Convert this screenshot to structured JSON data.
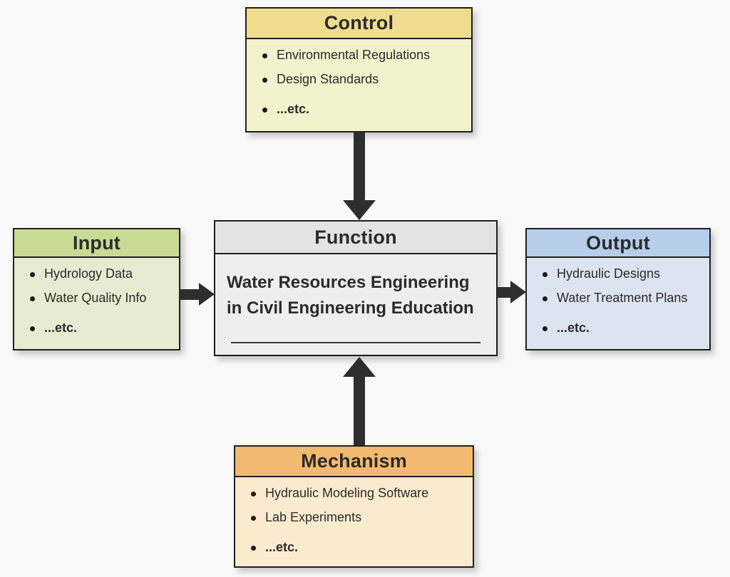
{
  "colors": {
    "control-header": "#f0dc8e",
    "control-body": "#f4f1cd",
    "input-header": "#c9da95",
    "input-body": "#e6ebd1",
    "function-header": "#e3e3e3",
    "function-body": "#eeeeee",
    "output-header": "#b6cee9",
    "output-body": "#dbe4f0",
    "mechanism-header": "#f2ba70",
    "mechanism-body": "#faebcf",
    "border": "#1f1f1f",
    "arrow": "#2e2e2e",
    "text": "#2b2b2b",
    "page-bg": "#faf9f9"
  },
  "control": {
    "title": "Control",
    "items": [
      "Environmental Regulations",
      "Design Standards",
      "...etc."
    ]
  },
  "input": {
    "title": "Input",
    "items": [
      "Hydrology Data",
      "Water Quality Info",
      "...etc."
    ]
  },
  "function": {
    "title": "Function",
    "body": "Water Resources Engineering in Civil Engineering Education"
  },
  "output": {
    "title": "Output",
    "items": [
      "Hydraulic Designs",
      "Water Treatment Plans",
      "...etc."
    ]
  },
  "mechanism": {
    "title": "Mechanism",
    "items": [
      "Hydraulic Modeling Software",
      "Lab Experiments",
      "...etc."
    ]
  }
}
